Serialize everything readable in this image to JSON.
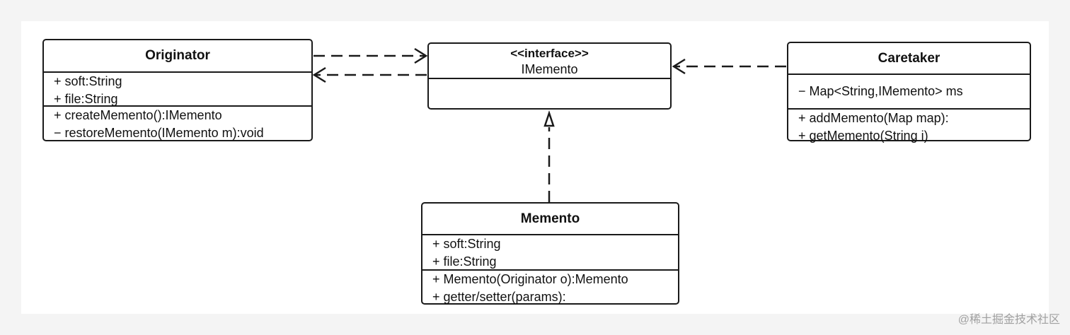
{
  "originator": {
    "name": "Originator",
    "attributes": [
      "+ soft:String",
      "+ file:String"
    ],
    "methods": [
      "+ createMemento():IMemento",
      "− restoreMemento(IMemento m):void"
    ]
  },
  "imemento": {
    "stereotype": "<<interface>>",
    "name": "IMemento"
  },
  "caretaker": {
    "name": "Caretaker",
    "attributes": [
      "− Map<String,IMemento> ms"
    ],
    "methods": [
      "+ addMemento(Map map):",
      "+ getMemento(String i)"
    ]
  },
  "memento": {
    "name": "Memento",
    "attributes": [
      "+ soft:String",
      "+ file:String"
    ],
    "methods": [
      "+ Memento(Originator o):Memento",
      "+ getter/setter(params):"
    ]
  },
  "watermark": "@稀土掘金技术社区",
  "colors": {
    "line": "#1a1a1a",
    "background": "#f4f4f4",
    "canvas": "#ffffff"
  }
}
